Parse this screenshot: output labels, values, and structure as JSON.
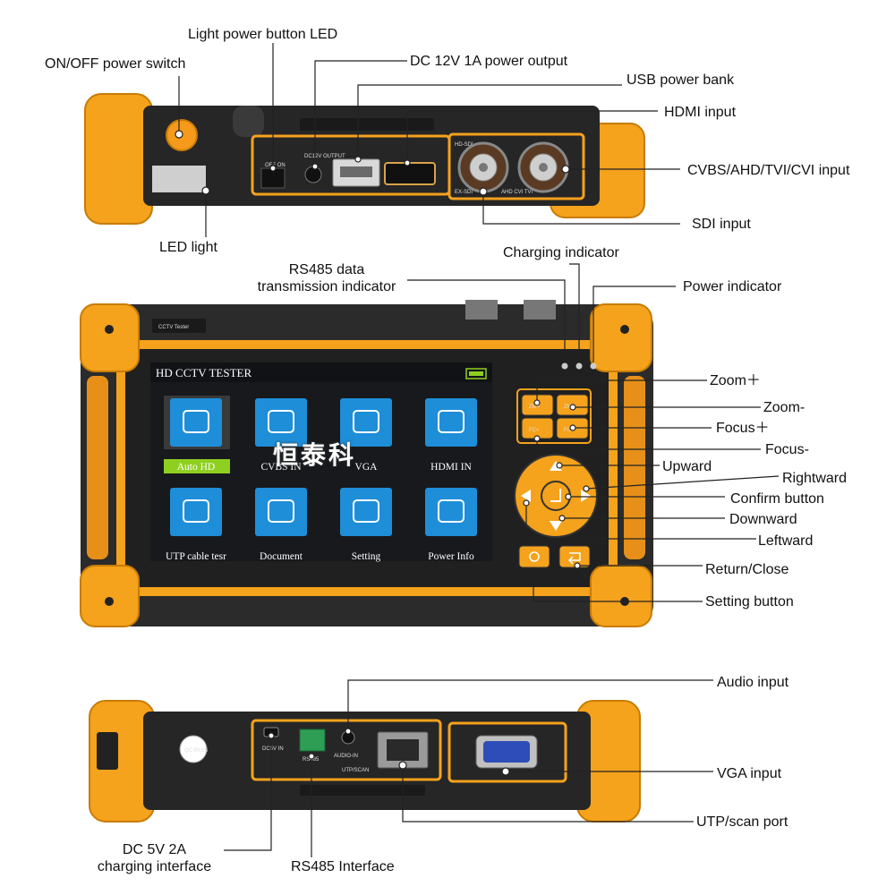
{
  "labels": {
    "light_power_led": "Light power button LED",
    "on_off_switch": "ON/OFF power switch",
    "dc_output": "DC 12V 1A power output",
    "usb_power_bank": "USB power bank",
    "hdmi_input": "HDMI input",
    "cvbs_input": "CVBS/AHD/TVI/CVI input",
    "led_light": "LED light",
    "sdi_input": "SDI input",
    "charging_indicator": "Charging indicator",
    "rs485_data_line1": "RS485 data",
    "rs485_data_line2": "transmission indicator",
    "power_indicator": "Power indicator",
    "zoom_plus": "Zoom＋",
    "zoom_minus": "Zoom-",
    "focus_plus": "Focus＋",
    "focus_minus": "Focus-",
    "upward": "Upward",
    "rightward": "Rightward",
    "confirm_button": "Confirm button",
    "downward": "Downward",
    "leftward": "Leftward",
    "return_close": "Return/Close",
    "setting_button": "Setting button",
    "audio_input": "Audio input",
    "vga_input": "VGA input",
    "utp_scan_port": "UTP/scan port",
    "dc_charging_line1": "DC 5V 2A",
    "dc_charging_line2": "charging interface",
    "rs485_interface": "RS485 Interface"
  },
  "device": {
    "brand_tag": "CCTV Tester",
    "screen_title": "HD CCTV TESTER",
    "watermark": "恒泰科",
    "apps": [
      {
        "label": "Auto HD",
        "icon": "camera-icon",
        "selected": true
      },
      {
        "label": "CVBS IN",
        "icon": "dome-camera-icon",
        "selected": false
      },
      {
        "label": "VGA",
        "icon": "vga-port-icon",
        "selected": false
      },
      {
        "label": "HDMI IN",
        "icon": "hdmi-port-icon",
        "selected": false
      },
      {
        "label": "UTP cable tesr",
        "icon": "cable-tester-icon",
        "selected": false
      },
      {
        "label": "Document",
        "icon": "folder-icon",
        "selected": false
      },
      {
        "label": "Setting",
        "icon": "gear-icon",
        "selected": false
      },
      {
        "label": "Power Info",
        "icon": "battery-info-icon",
        "selected": false
      }
    ],
    "top_panel": {
      "switch_label": "OFF ON",
      "dc_out_label": "DC12V OUTPUT",
      "sdi_tag": "HD-SDI",
      "exsdi_tag": "EX-SDI",
      "ahd_tag": "AHD CVI TVI"
    },
    "bottom_panel": {
      "dc_in_label": "DC5V IN",
      "rs485_label": "RS485",
      "audio_in_label": "AUDIO-IN",
      "utp_label": "UTP/SCAN",
      "qc_label": "QC PASS"
    },
    "keypad": {
      "zoom_in_key": "ZM+",
      "zoom_out_key": "ZM-",
      "focus_in_key": "FC+",
      "focus_out_key": "FC-"
    },
    "colors": {
      "orange": "#f5a21c",
      "body": "#2b2b2b",
      "screen_bg": "#17191d",
      "tile_blue": "#1e8ed8",
      "selected_green": "#8fcf1f"
    }
  }
}
